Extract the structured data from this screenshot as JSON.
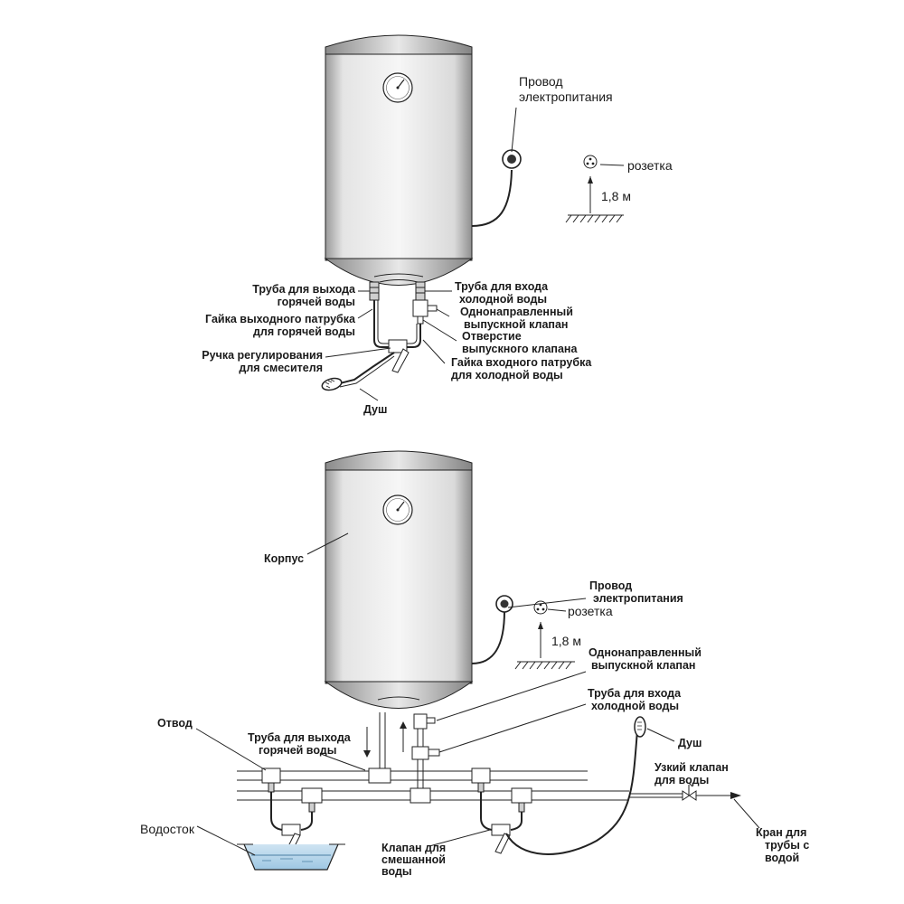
{
  "top": {
    "power_cord": [
      "Провод",
      "электропитания"
    ],
    "socket": "розетка",
    "height": "1,8 м",
    "hot_out_pipe": [
      "Труба для выхода",
      "горячей воды"
    ],
    "hot_out_nut": [
      "Гайка выходного патрубка",
      "для горячей воды"
    ],
    "mixer_handle": [
      "Ручка регулирования",
      "для смесителя"
    ],
    "shower": "Душ",
    "cold_in_pipe": [
      "Труба для входа",
      "холодной воды"
    ],
    "check_valve": [
      "Однонаправленный",
      "выпускной клапан"
    ],
    "valve_hole": [
      "Отверстие",
      "выпускного клапана"
    ],
    "cold_in_nut": [
      "Гайка входного патрубка",
      "для холодной воды"
    ]
  },
  "bottom": {
    "body": "Корпус",
    "power_cord": [
      "Провод",
      "электропитания"
    ],
    "socket": "розетка",
    "height": "1,8 м",
    "check_valve": [
      "Однонаправленный",
      "выпускной клапан"
    ],
    "cold_in_pipe": [
      "Труба для входа",
      "холодной воды"
    ],
    "shower": "Душ",
    "narrow_valve": [
      "Узкий клапан",
      "для воды"
    ],
    "tap": [
      "Кран для",
      "трубы с",
      "водой"
    ],
    "branch": "Отвод",
    "hot_out_pipe": [
      "Труба для выхода",
      "горячей воды"
    ],
    "drain": "Водосток",
    "mix_valve": [
      "Клапан для",
      "смешанной",
      "воды"
    ]
  }
}
